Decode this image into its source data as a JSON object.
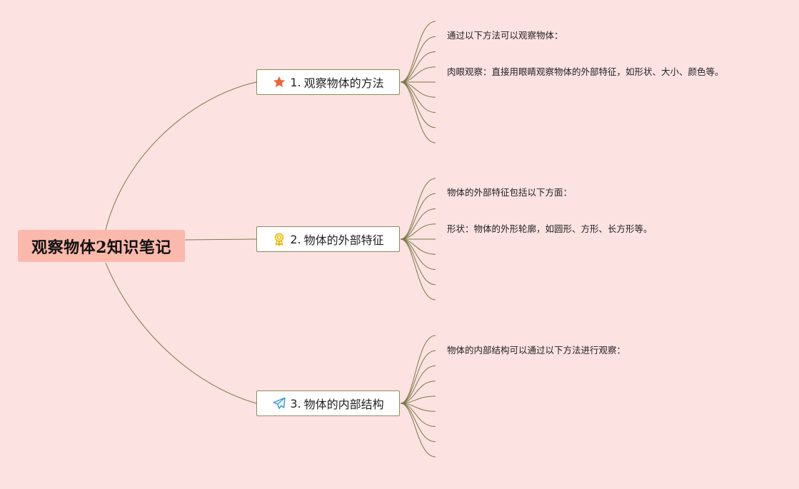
{
  "root": {
    "title": "观察物体2知识笔记"
  },
  "colors": {
    "background": "#fde2e2",
    "root_fill": "#fbb9ab",
    "connector": "#7a7a45",
    "topic_border": "#8c8c5a"
  },
  "topics": [
    {
      "number": "1.",
      "label": "观察物体的方法",
      "icon": "star-icon",
      "children": [
        "通过以下方法可以观察物体：",
        "肉眼观察：直接用眼睛观察物体的外部特征，如形状、大小、颜色等。"
      ]
    },
    {
      "number": "2.",
      "label": "物体的外部特征",
      "icon": "award-ribbon-icon",
      "children": [
        "物体的外部特征包括以下方面：",
        "形状：物体的外形轮廓，如圆形、方形、长方形等。"
      ]
    },
    {
      "number": "3.",
      "label": "物体的内部结构",
      "icon": "paper-plane-icon",
      "children": [
        "物体的内部结构可以通过以下方法进行观察："
      ]
    }
  ]
}
